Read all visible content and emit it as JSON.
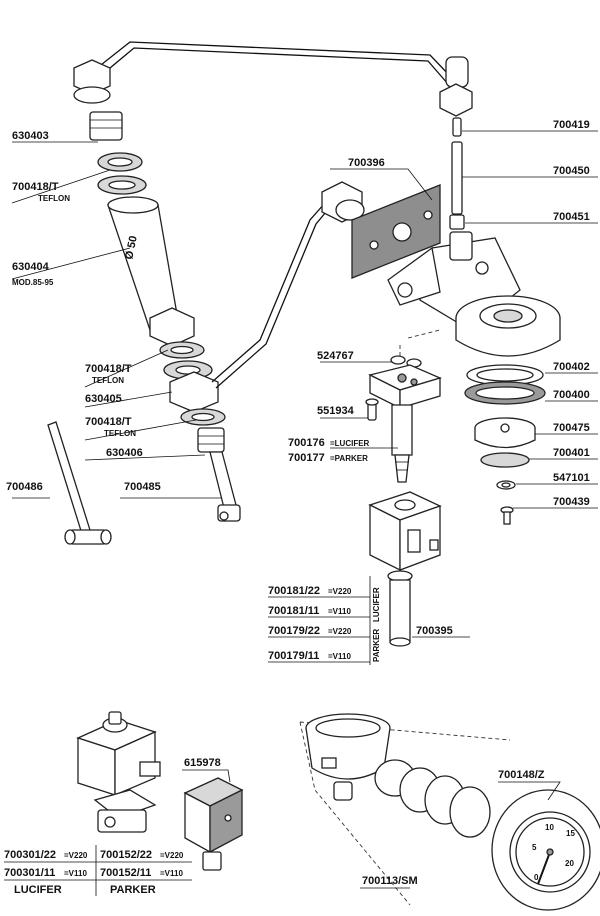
{
  "part_labels": {
    "p630403": "630403",
    "p700418t_a": "700418/T",
    "teflon_a": "TEFLON",
    "p630404": "630404",
    "mod": "MOD.85-95",
    "diam": "Ø 50",
    "p700418t_b": "700418/T",
    "teflon_b": "TEFLON",
    "p630405": "630405",
    "p700418t_c": "700418/T",
    "teflon_c": "TEFLON",
    "p630406": "630406",
    "p700486": "700486",
    "p700485": "700485",
    "p700396": "700396",
    "p700419": "700419",
    "p700450": "700450",
    "p700451": "700451",
    "p524767": "524767",
    "p700402": "700402",
    "p700400": "700400",
    "p551934": "551934",
    "p700475": "700475",
    "p700176": "700176",
    "lucifer_suffix": "=LUCIFER",
    "p700177": "700177",
    "parker_suffix": "=PARKER",
    "p700401": "700401",
    "p547101": "547101",
    "p700439": "700439",
    "p700181_22": "700181/22",
    "p700181_11": "700181/11",
    "p700179_22": "700179/22",
    "p700179_11": "700179/11",
    "v220": "=V220",
    "v110": "=V110",
    "lucifer_vertical": "LUCIFER",
    "parker_vertical": "PARKER",
    "p700395": "700395",
    "p615978": "615978",
    "p700148z": "700148/Z",
    "p700113sm": "700113/SM"
  },
  "bottom_table": {
    "rows": [
      {
        "left": "700301/22",
        "left_suffix": "=V220",
        "right": "700152/22",
        "right_suffix": "=V220"
      },
      {
        "left": "700301/11",
        "left_suffix": "=V110",
        "right": "700152/11",
        "right_suffix": "=V110"
      }
    ],
    "footer_left": "LUCIFER",
    "footer_right": "PARKER"
  },
  "gauge_numbers": [
    "0",
    "5",
    "10",
    "15",
    "20"
  ]
}
